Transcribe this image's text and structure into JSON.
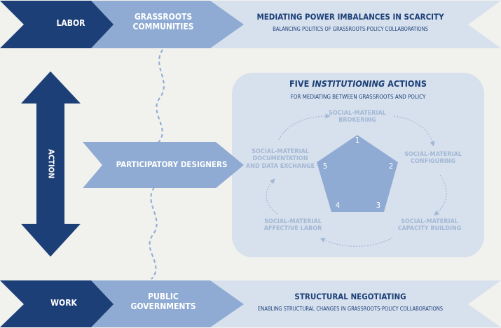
{
  "top_band": {
    "labor": "LABOR",
    "grassroots_line1": "GRASSROOTS",
    "grassroots_line2": "COMMUNITIES",
    "title": "MEDIATING POWER IMBALANCES IN SCARCITY",
    "subtitle": "BALANCING POLITICS OF GRASSROOTS-POLICY COLLABORATIONS"
  },
  "bottom_band": {
    "work": "WORK",
    "public_line1": "PUBLIC",
    "public_line2": "GOVERNMENTS",
    "title": "STRUCTURAL NEGOTIATING",
    "subtitle": "ENABLING STRUCTURAL CHANGES IN GRASSROOTS-POLICY COLLABORATIONS"
  },
  "action_label": "ACTION",
  "participatory_designers": "PARTICIPATORY DESIGNERS",
  "panel": {
    "title_prefix": "FIVE",
    "title_italic": "INSTITUTIONING",
    "title_suffix": "ACTIONS",
    "subtitle": "FOR MEDIATING BETWEEN GRASSROOTS AND POLICY",
    "actions": [
      {
        "number": "1",
        "line1": "SOCIAL-MATERIAL",
        "line2": "BROKERING"
      },
      {
        "number": "2",
        "line1": "SOCIAL-MATERIAL",
        "line2": "CONFIGURING"
      },
      {
        "number": "3",
        "line1": "SOCIAL-MATERIAL",
        "line2": "CAPACITY BUILDING"
      },
      {
        "number": "4",
        "line1": "SOCIAL-MATERIAL",
        "line2": "AFFECTIVE LABOR"
      },
      {
        "number": "5",
        "line1": "SOCIAL-MATERIAL",
        "line2": "DOCUMENTATION",
        "line3": "AND DATA EXCHANGE"
      }
    ]
  },
  "colors": {
    "navy": "#1c3f77",
    "mid_blue": "#8fabd3",
    "light_band": "#d7e1ee",
    "panel": "#d7e1ee",
    "pentagon": "#8fabd3",
    "pale_text": "#a3b8d4"
  }
}
